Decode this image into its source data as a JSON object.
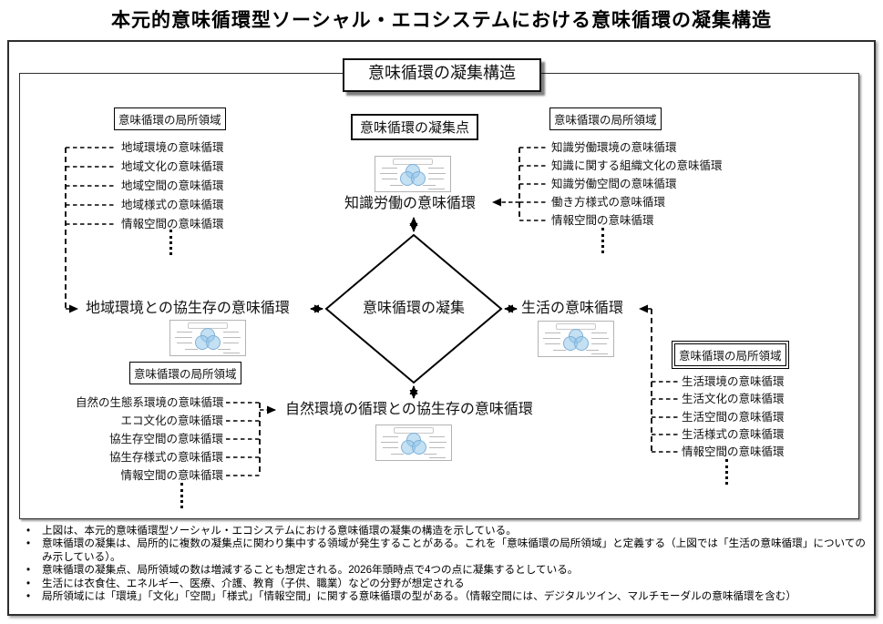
{
  "title": "本元的意味循環型ソーシャル・エコシステムにおける意味循環の凝集構造",
  "frame": {
    "header": "意味循環の凝集構造"
  },
  "center": {
    "aggregation_point_label": "意味循環の凝集点",
    "diamond_label": "意味循環の凝集"
  },
  "nodes": {
    "top": "知識労働の意味循環",
    "left": "地域環境との協生存の意味循環",
    "right": "生活の意味循環",
    "bottom": "自然環境の循環との協生存の意味循環"
  },
  "local_areas": {
    "top_left": {
      "title": "意味循環の局所領域",
      "items": [
        "地域環境の意味循環",
        "地域文化の意味循環",
        "地域空間の意味循環",
        "地域様式の意味循環",
        "情報空間の意味循環"
      ]
    },
    "top_right": {
      "title": "意味循環の局所領域",
      "items": [
        "知識労働環境の意味循環",
        "知識に関する組織文化の意味循環",
        "知識労働空間の意味循環",
        "働き方様式の意味循環",
        "情報空間の意味循環"
      ]
    },
    "bottom_left": {
      "title": "意味循環の局所領域",
      "items": [
        "自然の生態系環境の意味循環",
        "エコ文化の意味循環",
        "協生存空間の意味循環",
        "協生存様式の意味循環",
        "情報空間の意味循環"
      ]
    },
    "bottom_right": {
      "title": "意味循環の局所領域",
      "items": [
        "生活環境の意味循環",
        "生活文化の意味循環",
        "生活空間の意味循環",
        "生活様式の意味循環",
        "情報空間の意味循環"
      ]
    }
  },
  "notes": [
    "上図は、本元的意味循環型ソーシャル・エコシステムにおける意味循環の凝集の構造を示している。",
    "意味循環の凝集は、局所的に複数の凝集点に関わり集中する領域が発生することがある。これを「意味循環の局所領域」と定義する（上図では「生活の意味循環」についてのみ示している）。",
    "意味循環の凝集点、局所領域の数は増減することも想定される。2026年頭時点で4つの点に凝集するとしている。",
    "生活には衣食住、エネルギー、医療、介護、教育（子供、職業）などの分野が想定される",
    "局所領域には「環境」「文化」「空間」「様式」「情報空間」に関する意味循環の型がある。（情報空間には、デジタルツイン、マルチモーダルの意味循環を含む）"
  ],
  "colors": {
    "venn_fill": "#93c6ea",
    "venn_border": "#7fb0d8",
    "line": "#000000"
  }
}
